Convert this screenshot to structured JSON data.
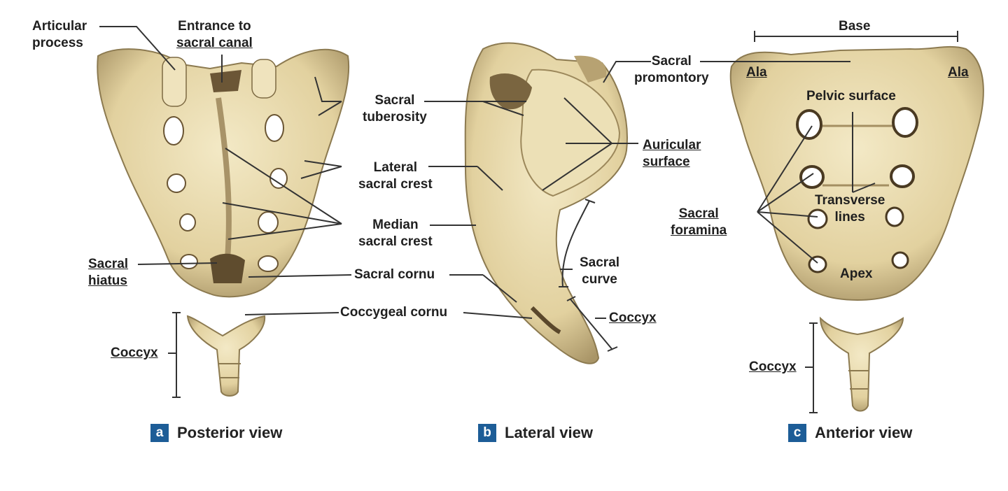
{
  "colors": {
    "bone": "#ecdfb4",
    "bone_shadow": "#b9a678",
    "bone_dark": "#5b4a2f",
    "line": "#333333",
    "badge": "#1d5d97"
  },
  "panels": {
    "a": {
      "badge": "a",
      "title": "Posterior view"
    },
    "b": {
      "badge": "b",
      "title": "Lateral view"
    },
    "c": {
      "badge": "c",
      "title": "Anterior view"
    }
  },
  "labels": {
    "articular_process": [
      "Articular",
      "process"
    ],
    "entrance_sacral_canal": [
      "Entrance to",
      "sacral canal"
    ],
    "sacral_tuberosity": [
      "Sacral",
      "tuberosity"
    ],
    "lateral_sacral_crest": [
      "Lateral",
      "sacral crest"
    ],
    "median_sacral_crest": [
      "Median",
      "sacral crest"
    ],
    "sacral_hiatus": [
      "Sacral",
      "hiatus"
    ],
    "sacral_cornu": "Sacral cornu",
    "coccygeal_cornu": "Coccygeal cornu",
    "coccyx": "Coccyx",
    "sacral_promontory": [
      "Sacral",
      "promontory"
    ],
    "auricular_surface": [
      "Auricular",
      "surface"
    ],
    "sacral_curve": [
      "Sacral",
      "curve"
    ],
    "base": "Base",
    "ala": "Ala",
    "pelvic_surface": "Pelvic surface",
    "transverse_lines": [
      "Transverse",
      "lines"
    ],
    "sacral_foramina": [
      "Sacral",
      "foramina"
    ],
    "apex": "Apex"
  }
}
